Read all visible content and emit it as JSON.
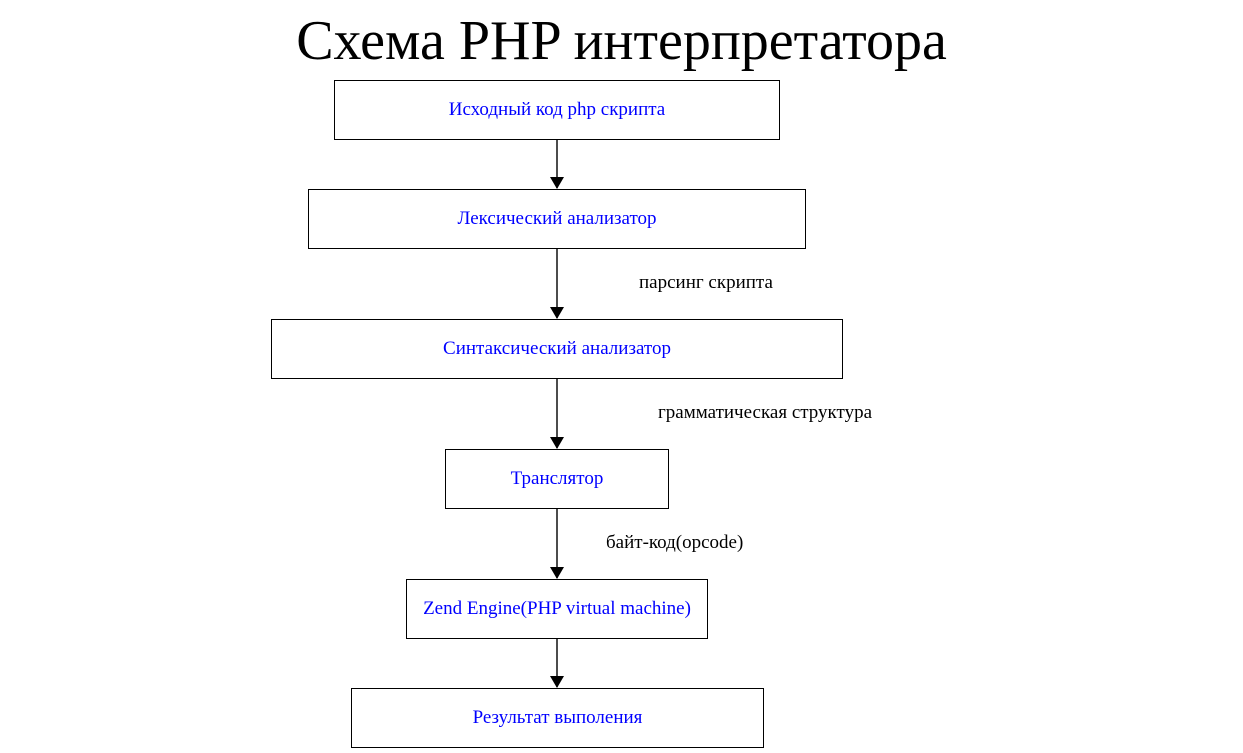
{
  "title": "Схема PHP интерпретатора",
  "colors": {
    "node_text": "#0000ff",
    "node_border": "#000000",
    "edge": "#000000",
    "label_text": "#000000"
  },
  "nodes": [
    {
      "id": "source",
      "label": "Исходный код php скрипта"
    },
    {
      "id": "lexer",
      "label": "Лексический анализатор"
    },
    {
      "id": "parser",
      "label": "Синтаксический анализатор"
    },
    {
      "id": "translator",
      "label": "Транслятор"
    },
    {
      "id": "zend",
      "label": "Zend Engine(PHP virtual machine)"
    },
    {
      "id": "result",
      "label": "Результат выполения"
    }
  ],
  "edges": [
    {
      "from": "source",
      "to": "lexer",
      "label": ""
    },
    {
      "from": "lexer",
      "to": "parser",
      "label": "парсинг скрипта"
    },
    {
      "from": "parser",
      "to": "translator",
      "label": "грамматическая структура"
    },
    {
      "from": "translator",
      "to": "zend",
      "label": "байт-код(opcode)"
    },
    {
      "from": "zend",
      "to": "result",
      "label": ""
    }
  ]
}
